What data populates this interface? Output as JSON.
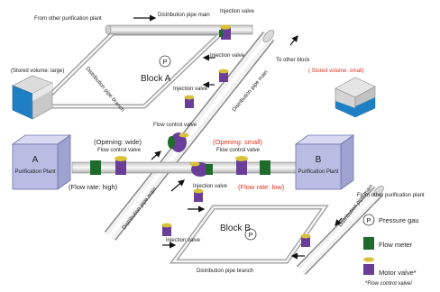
{
  "labels": {
    "from_other_top": "From other purification plant",
    "dist_main_top": "Distribution pipe main",
    "injection_valve": "Injection valve",
    "dist_branch_left": "Distribution pipe branch",
    "block_a": "Block A",
    "to_other_block": "To other block",
    "stored_large": "(Stored volume: large)",
    "stored_small": "( Stored volume: small)",
    "dist_main_mid": "Distribution pipe main",
    "flow_control_valve": "Flow control valve",
    "opening_wide": "(Opening: wide)",
    "opening_small": "(Opening: small)",
    "plant_a_letter": "A",
    "plant_a_name": "Purification Plant",
    "plant_b_letter": "B",
    "plant_b_name": "Purification Plant",
    "flow_high": "(Flow rate: high)",
    "flow_low": "(Flow rate: low)",
    "dist_main_bl": "Distribution pipe main",
    "dist_main_br": "Distribution pipe main",
    "from_other_right": "From other purification plant",
    "block_b": "Block B",
    "dist_branch_bottom": "Distribution pipe branch",
    "legend_p": "P",
    "legend_pressure": "Pressure gau",
    "legend_flowmeter": "Flow meter",
    "legend_motorvalve": "Motor valve*",
    "legend_footnote": "*Flow control valve/",
    "gauge_p": "P"
  },
  "colors": {
    "pipe": "#ededed",
    "pipe_edge": "#8a8a8a",
    "plant_front": "#b9bde3",
    "plant_top": "#d8daf1",
    "plant_side": "#9ea3d2",
    "flow_meter": "#1f6b2c",
    "motor_valve": "#6a3d99",
    "valve_cap": "#d9c23a",
    "tank_blue": "#1f7fc4",
    "red_text": "#e0301e"
  }
}
